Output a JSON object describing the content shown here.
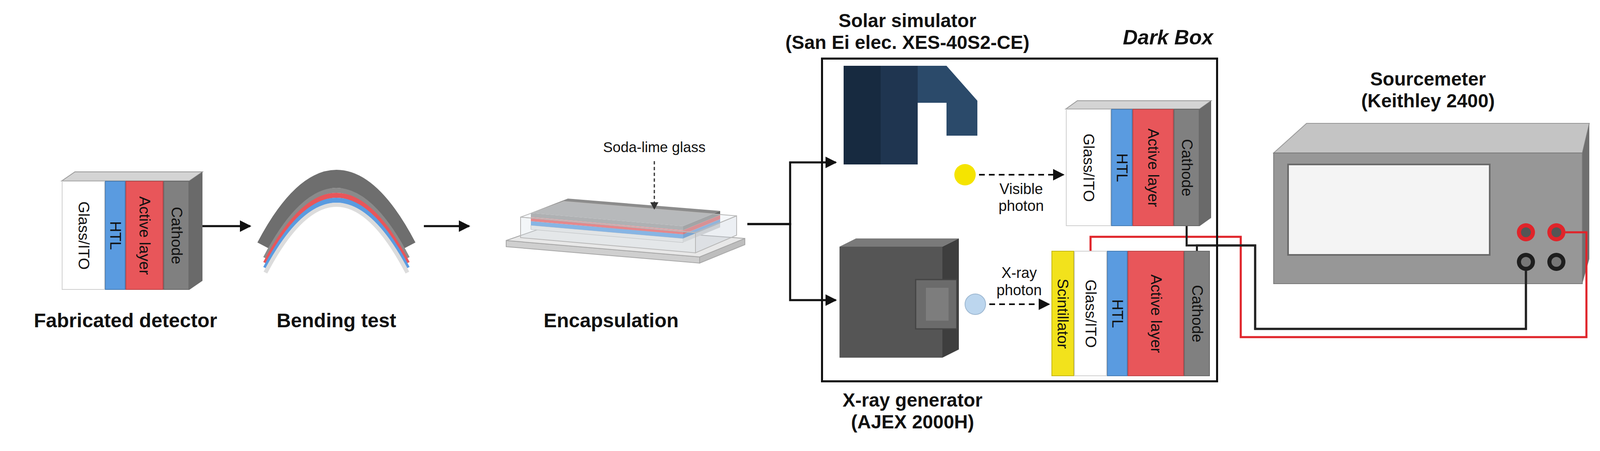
{
  "diagram": {
    "nodes": [
      {
        "text": [
          "Fabricated detector"
        ]
      },
      {
        "text": [
          "Glass/ITO"
        ],
        "in": 0
      },
      {
        "text": [
          "HTL"
        ],
        "in": 0
      },
      {
        "text": [
          "Active layer"
        ],
        "in": 0
      },
      {
        "text": [
          "Cathode"
        ],
        "in": 0
      },
      {
        "text": [
          "Bending test"
        ]
      },
      {
        "text": [
          "Encapsulation"
        ]
      },
      {
        "text": [
          "Dark Box"
        ]
      },
      {
        "text": [
          "Solar simulator",
          "(San Ei elec. XES-40S2-CE)"
        ],
        "in": 7
      },
      {
        "text": [
          "Glass/ITO"
        ],
        "in": 7
      },
      {
        "text": [
          "HTL"
        ],
        "in": 7
      },
      {
        "text": [
          "Active layer"
        ],
        "in": 7
      },
      {
        "text": [
          "Cathode"
        ],
        "in": 7
      },
      {
        "text": [
          "X-ray generator",
          "(AJEX 2000H)"
        ],
        "in": 7
      },
      {
        "text": [
          "Scintillator"
        ],
        "in": 7
      },
      {
        "text": [
          "Glass/ITO"
        ],
        "in": 7
      },
      {
        "text": [
          "HTL"
        ],
        "in": 7
      },
      {
        "text": [
          "Active layer"
        ],
        "in": 7
      },
      {
        "text": [
          "Cathode"
        ],
        "in": 7
      },
      {
        "text": [
          "Sourcemeter",
          "(Keithley 2400)"
        ]
      }
    ],
    "edges": [
      {
        "from": 0,
        "to": 5,
        "arrow": "to"
      },
      {
        "from": 5,
        "to": 6,
        "arrow": "to"
      },
      {
        "from": 6,
        "to": 8,
        "arrow": "to"
      },
      {
        "from": 6,
        "to": 13,
        "arrow": "to"
      },
      {
        "from": 8,
        "to": 9,
        "label": "Visible photon",
        "arrow": "to"
      },
      {
        "from": 13,
        "to": 14,
        "label": "X-ray photon",
        "arrow": "to"
      },
      {
        "from": 15,
        "to": 19,
        "arrow": "none"
      },
      {
        "from": 12,
        "to": 19,
        "arrow": "none"
      },
      {
        "from": 18,
        "to": 19,
        "arrow": "none"
      }
    ],
    "labels": [
      "Soda-lime glass"
    ]
  }
}
